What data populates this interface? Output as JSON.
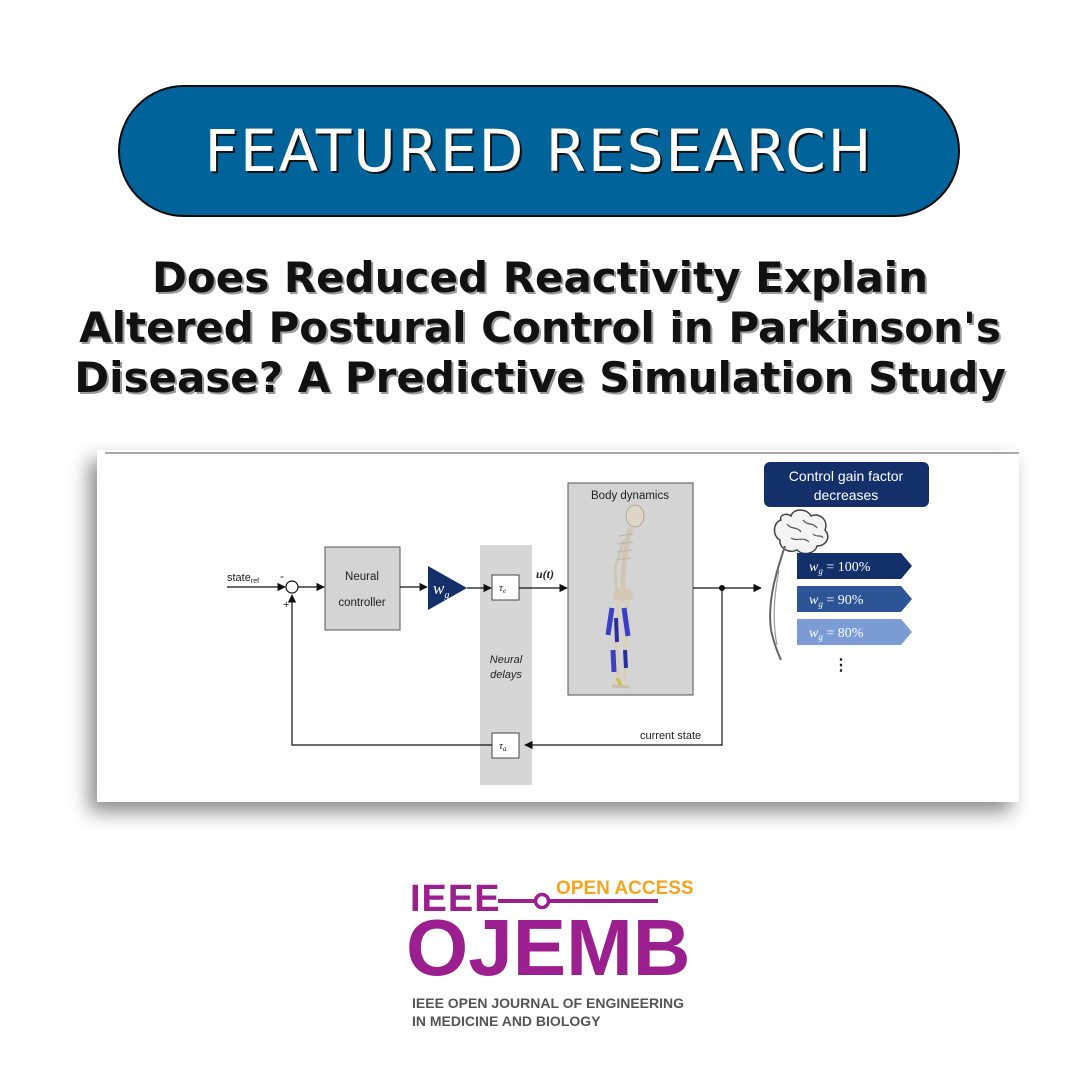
{
  "banner": {
    "label": "FEATURED RESEARCH"
  },
  "title": {
    "lines": [
      "Does Reduced Reactivity Explain",
      "Altered Postural Control in Parkinson's",
      "Disease? A Predictive Simulation Study"
    ]
  },
  "diagram": {
    "input_label": "state",
    "input_subscript": "ref",
    "minus_sign": "-",
    "plus_sign": "+",
    "controller_line1": "Neural",
    "controller_line2": "controller",
    "gain_symbol": "w",
    "gain_subscript": "g",
    "tau_e_symbol": "τ",
    "tau_e_subscript": "e",
    "tau_a_symbol": "τ",
    "tau_a_subscript": "a",
    "output_label": "u(t)",
    "delays_line1": "Neural",
    "delays_line2": "delays",
    "body_title": "Body dynamics",
    "feedback_label": "current state",
    "gain_box_line1": "Control gain factor",
    "gain_box_line2": "decreases",
    "gain_levels": [
      {
        "symbol": "w",
        "subscript": "g",
        "text": " = 100%",
        "value": 100
      },
      {
        "symbol": "w",
        "subscript": "g",
        "text": " = 90%",
        "value": 90
      },
      {
        "symbol": "w",
        "subscript": "g",
        "text": " = 80%",
        "value": 80
      }
    ],
    "continuation": "⋮",
    "icons": [
      "brain-icon",
      "skeleton-figure"
    ],
    "colors": {
      "navy": "#13306b",
      "mid_blue": "#2d5596",
      "light_blue": "#7c9cd6"
    }
  },
  "logo": {
    "ieee": "IEEE",
    "open_access": "OPEN ACCESS",
    "name": "OJEMB",
    "subtitle_line1": "IEEE OPEN JOURNAL OF ENGINEERING",
    "subtitle_line2": "IN MEDICINE AND BIOLOGY",
    "colors": {
      "purple": "#9b1f8f",
      "orange": "#f4a51c",
      "gray": "#555555"
    }
  }
}
